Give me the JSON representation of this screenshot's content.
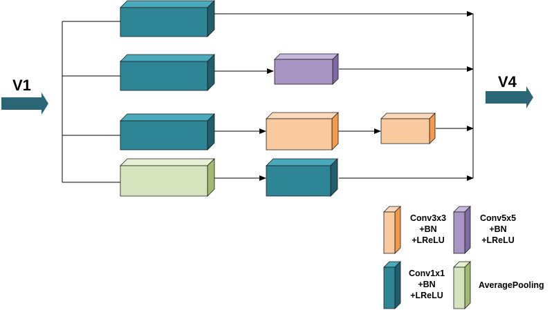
{
  "labels": {
    "input": "V1",
    "output": "V4"
  },
  "colors": {
    "conv1x1": {
      "front": "#2e8596",
      "top": "#4aa9bb",
      "side": "#215e6b"
    },
    "conv3x3": {
      "front": "#f9c9a0",
      "top": "#fbd9bb",
      "side": "#f39a4c"
    },
    "conv5x5": {
      "front": "#a895c4",
      "top": "#c5b8dc",
      "side": "#7f6aa3"
    },
    "avgpool": {
      "front": "#d6e3bd",
      "top": "#e7efd5",
      "side": "#9fbb70"
    },
    "arrow": "#2b6677"
  },
  "legend": {
    "conv3x3": [
      "Conv3x3",
      "+BN",
      "+LReLU"
    ],
    "conv5x5": [
      "Conv5x5",
      "+BN",
      "+LReLU"
    ],
    "conv1x1": [
      "Conv1x1",
      "+BN",
      "+LReLU"
    ],
    "avgpool": [
      "AveragePooling"
    ]
  }
}
